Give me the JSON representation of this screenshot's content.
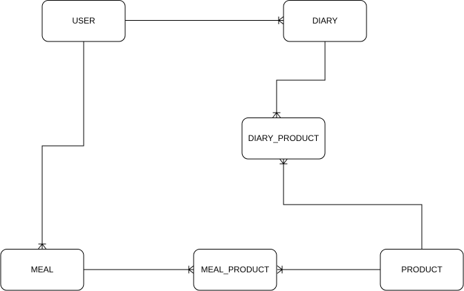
{
  "diagram": {
    "entities": {
      "user": "USER",
      "diary": "DIARY",
      "diary_product": "DIARY_PRODUCT",
      "meal": "MEAL",
      "meal_product": "MEAL_PRODUCT",
      "product": "PRODUCT"
    },
    "relationships": [
      {
        "from": "USER",
        "to": "DIARY",
        "cardinality": "one-to-many"
      },
      {
        "from": "DIARY",
        "to": "DIARY_PRODUCT",
        "cardinality": "one-to-many"
      },
      {
        "from": "PRODUCT",
        "to": "DIARY_PRODUCT",
        "cardinality": "one-to-many"
      },
      {
        "from": "USER",
        "to": "MEAL",
        "cardinality": "one-to-many"
      },
      {
        "from": "MEAL",
        "to": "MEAL_PRODUCT",
        "cardinality": "one-to-many"
      },
      {
        "from": "PRODUCT",
        "to": "MEAL_PRODUCT",
        "cardinality": "one-to-many"
      }
    ],
    "colors": {
      "line": "#000000",
      "box_fill": "#ffffff",
      "box_stroke": "#000000"
    }
  }
}
